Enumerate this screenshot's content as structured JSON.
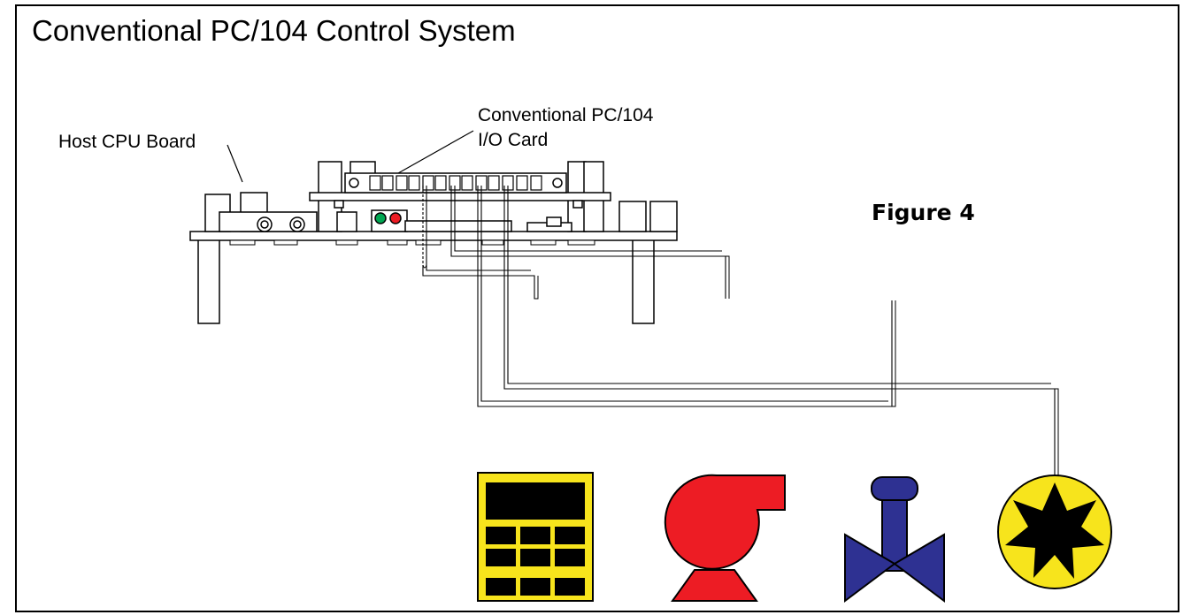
{
  "title": "Conventional PC/104 Control System",
  "labels": {
    "host_cpu": "Host CPU Board",
    "io_card_line1": "Conventional PC/104",
    "io_card_line2": "I/O Card",
    "figure": "Figure 4"
  },
  "colors": {
    "display": "#f7e41c",
    "pump": "#ed1c24",
    "valve": "#2e3192",
    "wheel": "#f7e41c",
    "led_green": "#00a651",
    "led_red": "#ed1c24"
  },
  "devices": [
    {
      "name": "display-panel",
      "icon": "display-panel-icon"
    },
    {
      "name": "pump",
      "icon": "pump-icon"
    },
    {
      "name": "valve",
      "icon": "valve-icon"
    },
    {
      "name": "flow-meter",
      "icon": "flow-meter-icon"
    }
  ]
}
